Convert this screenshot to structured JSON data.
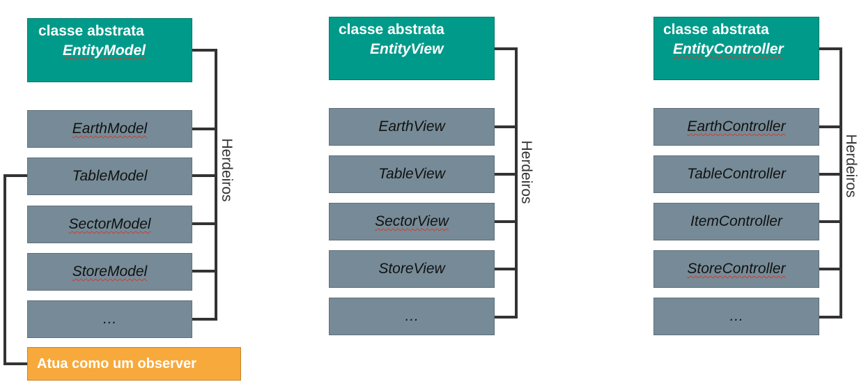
{
  "columns": [
    {
      "abstract_label": "classe abstrata",
      "abstract_name": "EntityModel",
      "inheritors_label": "Herdeiros",
      "children": [
        "EarthModel",
        "TableModel",
        "SectorModel",
        "StoreModel",
        "…"
      ]
    },
    {
      "abstract_label": "classe abstrata",
      "abstract_name": "EntityView",
      "inheritors_label": "Herdeiros",
      "children": [
        "EarthView",
        "TableView",
        "SectorView",
        "StoreView",
        "…"
      ]
    },
    {
      "abstract_label": "classe abstrata",
      "abstract_name": "EntityController",
      "inheritors_label": "Herdeiros",
      "children": [
        "EarthController",
        "TableController",
        "ItemController",
        "StoreController",
        "…"
      ]
    }
  ],
  "observer_note": "Atua como um observer",
  "colors": {
    "abstract_box": "#009a8a",
    "child_box": "#768b97",
    "observer_box": "#f8a93c",
    "connector": "#333333"
  }
}
